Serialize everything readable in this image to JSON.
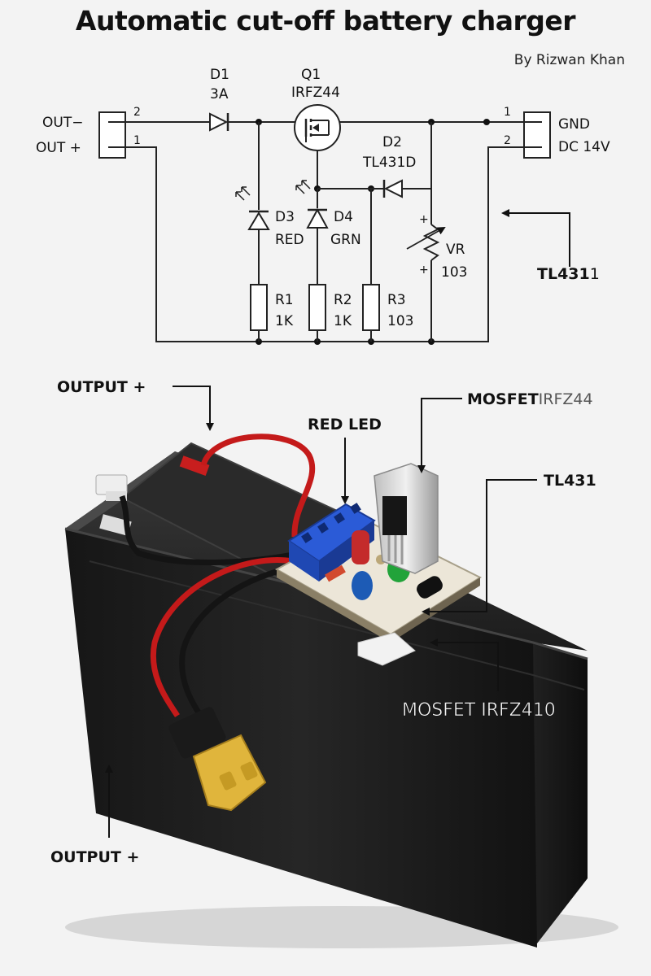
{
  "header": {
    "title": "Automatic cut-off battery charger",
    "author": "By Rizwan Khan"
  },
  "schematic": {
    "left_connector": {
      "label_minus": "OUT−",
      "label_plus": "OUT  +",
      "pin_top": "2",
      "pin_bottom": "1"
    },
    "right_connector": {
      "label_gnd": "GND",
      "label_dc": "DC 14V",
      "pin_top": "1",
      "pin_bottom": "2"
    },
    "d1": {
      "name": "D1",
      "value": "3A"
    },
    "q1": {
      "name": "Q1",
      "value": "IRFZ44"
    },
    "d2": {
      "name": "D2",
      "value": "TL431D"
    },
    "d3": {
      "name": "D3",
      "value": "RED"
    },
    "d4": {
      "name": "D4",
      "value": "GRN"
    },
    "vr": {
      "name": "VR",
      "value": "103"
    },
    "r1": {
      "name": "R1",
      "value": "1K"
    },
    "r2": {
      "name": "R2",
      "value": "1K"
    },
    "r3": {
      "name": "R3",
      "value": "103"
    },
    "tl431_callout": "TL431",
    "tl431_callout_suffix": "1"
  },
  "photo_labels": {
    "output_plus_top": "OUTPUT +",
    "red_led": "RED LED",
    "mosfet_top_bold": "MOSFET",
    "mosfet_top_light": "IRFZ44",
    "tl431": "TL431",
    "mosfet_bottom": "MOSFET IRFZ410",
    "output_plus_bottom": "OUTPUT +"
  }
}
